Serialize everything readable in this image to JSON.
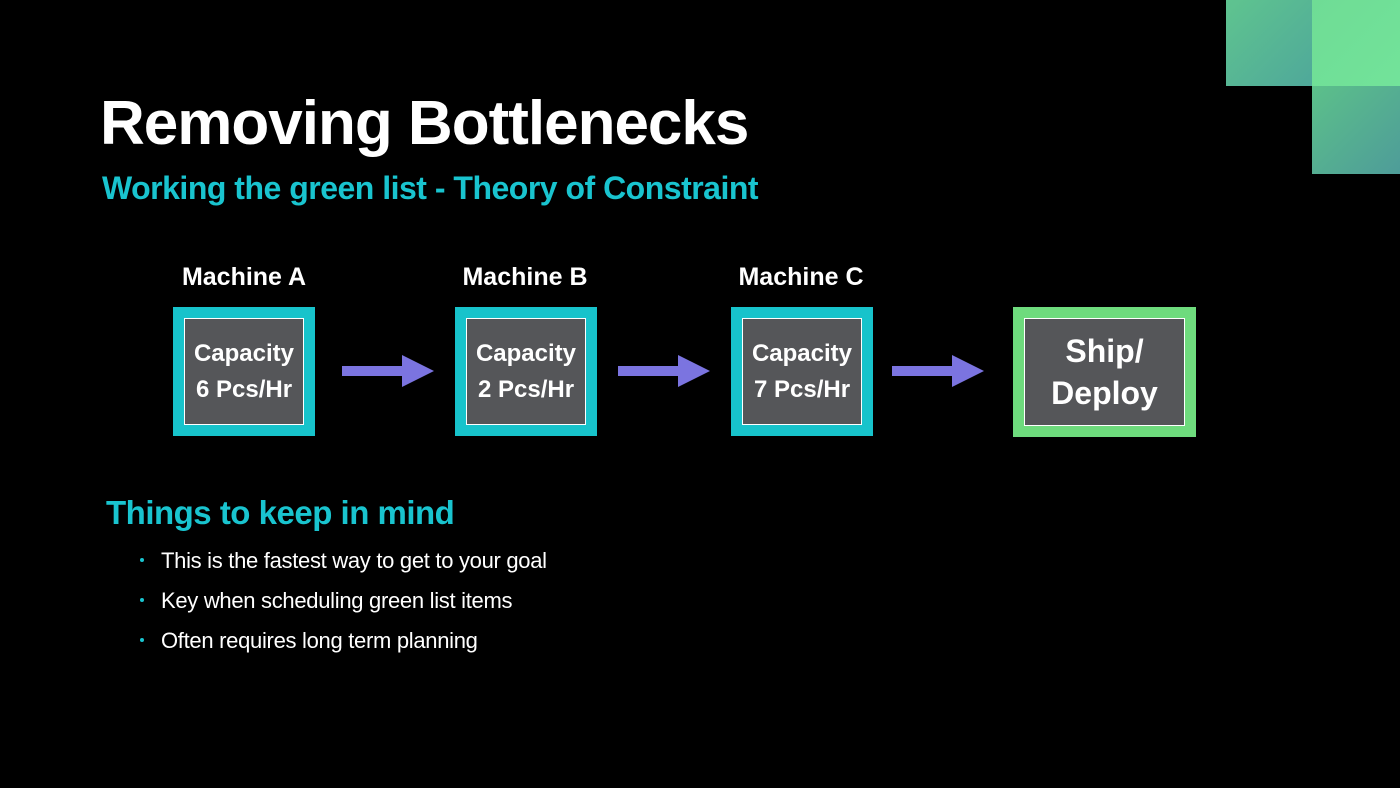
{
  "slide": {
    "title": "Removing Bottlenecks",
    "subtitle": "Working the green list - Theory of Constraint"
  },
  "diagram": {
    "machines": [
      {
        "label": "Machine A",
        "line1": "Capacity",
        "line2": "6 Pcs/Hr"
      },
      {
        "label": "Machine B",
        "line1": "Capacity",
        "line2": "2 Pcs/Hr"
      },
      {
        "label": "Machine C",
        "line1": "Capacity",
        "line2": "7 Pcs/Hr"
      }
    ],
    "final": {
      "line1": "Ship/",
      "line2": "Deploy"
    }
  },
  "notes": {
    "heading": "Things to keep in mind",
    "bullets": [
      "This is the fastest way to get to your goal",
      "Key when scheduling green list items",
      "Often requires long term planning"
    ]
  },
  "colors": {
    "accent_teal": "#19c4cf",
    "box_border_teal": "#17c3cb",
    "ship_border_green": "#6edb7d",
    "box_fill": "#555659",
    "arrow": "#7b74e0",
    "background": "#000000"
  }
}
